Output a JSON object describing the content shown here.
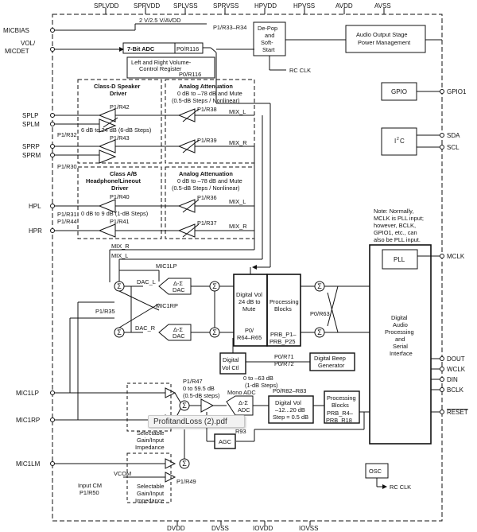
{
  "pins": {
    "top": [
      "SPLVDD",
      "SPRVDD",
      "SPLVSS",
      "SPRVSS",
      "HPVDD",
      "HPVSS",
      "AVDD",
      "AVSS"
    ],
    "bottom": [
      "DVDD",
      "DVSS",
      "IOVDD",
      "IOVSS"
    ],
    "left": {
      "micbias": "MICBIAS",
      "vol": "VOL/",
      "micdet": "MICDET",
      "splp": "SPLP",
      "splm": "SPLM",
      "sprp": "SPRP",
      "sprm": "SPRM",
      "hpl": "HPL",
      "hpr": "HPR",
      "mic1lp": "MIC1LP",
      "mic1rp": "MIC1RP",
      "mic1lm": "MIC1LM"
    },
    "right": {
      "gpio1": "GPIO1",
      "sda": "SDA",
      "scl": "SCL",
      "mclk": "MCLK",
      "dout": "DOUT",
      "wclk": "WCLK",
      "din": "DIN",
      "bclk": "BCLK",
      "reset": "RESET"
    }
  },
  "labels": {
    "micbias_v": "2 V/2.5 V/AVDD",
    "adc7": "7-Bit ADC",
    "p0r116": "P0/R116",
    "vol_reg_1": "Left and Right Volume-",
    "vol_reg_2": "Control Register",
    "vol_reg_3": "P0/R116",
    "p1r33": "P1/R33–R34",
    "depop_1": "De-Pop",
    "depop_2": "and",
    "depop_3": "Soft-",
    "depop_4": "Start",
    "rcclk": "RC CLK",
    "aosp_1": "Audio Output Stage",
    "aosp_2": "Power Management",
    "gpio": "GPIO",
    "i2c": "I",
    "classd_1": "Class-D Speaker",
    "classd_2": "Driver",
    "aa1_1": "Analog Attenuation",
    "aa1_2": "0 dB to –78 dB and Mute",
    "aa1_3": "(0.5-dB Steps / Nonlinear)",
    "p1r42": "P1/R42",
    "p1r38": "P1/R38",
    "mix_l": "MIX_L",
    "spk_gain": "6 dB to 24 dB  (6-dB Steps)",
    "p1r32": "P1/R32",
    "p1r43": "P1/R43",
    "p1r39": "P1/R39",
    "mix_r": "MIX_R",
    "p1r30": "P1/R30",
    "classab_1": "Class A/B",
    "classab_2": "Headphone/Lineout",
    "classab_3": "Driver",
    "aa2_1": "Analog Attenuation",
    "aa2_2": "0 dB to –78 dB and Mute",
    "aa2_3": "(0.5-dB Steps / Nonlinear)",
    "p1r40": "P1/R40",
    "p1r36": "P1/R36",
    "hp_gain": "0 dB to 9 dB  (1-dB Steps)",
    "p1r31": "P1/R31",
    "p1r44": "P1/R44",
    "p1r41": "P1/R41",
    "p1r37": "P1/R37",
    "note_1": "Note: Normally,",
    "note_2": "MCLK is PLL input;",
    "note_3": "however, BCLK,",
    "note_4": "GPIO1, etc., can",
    "note_5": "also be PLL input.",
    "pll": "PLL",
    "mic1lp_l": "MIC1LP",
    "mic1rp_l": "MIC1RP",
    "p1r35": "P1/R35",
    "dac_l": "DAC_L",
    "dac_r": "DAC_R",
    "dsdac": "Δ-Σ",
    "dac": "DAC",
    "dv1_1": "Digital Vol",
    "dv1_2": "24 dB to",
    "dv1_3": "Mute",
    "dv1_4": "P0/",
    "dv1_5": "R64–R65",
    "pb1_1": "Processing",
    "pb1_2": "Blocks",
    "pb1_3": "PRB_P1–",
    "pb1_4": "PRB_P25",
    "p0r63": "P0/R63",
    "dap_1": "Digital",
    "dap_2": "Audio",
    "dap_3": "Processing",
    "dap_4": "and",
    "dap_5": "Serial",
    "dap_6": "Interface",
    "p0r71": "P0/R71",
    "p0r72": "P0/R72",
    "dvc_1": "Digital",
    "dvc_2": "Vol Ctl",
    "dbg_1": "Digital Beep",
    "dbg_2": "Generator",
    "beep_1": "0 to –63 dB",
    "beep_2": "(1-dB Steps)",
    "p1r47": "P1/R47",
    "pga_1": "0 to 59.5 dB",
    "pga_2": "(0.5-dB steps)",
    "monoadc": "Mono ADC",
    "dsadc": "Δ-Σ",
    "adc": "ADC",
    "p0r82": "P0/R82–R83",
    "dv2_1": "Digital Vol",
    "dv2_2": "–12...20 dB",
    "dv2_3": "Step = 0.5 dB",
    "pb2_1": "Processing",
    "pb2_2": "Blocks",
    "pb2_3": "PRB_R4–",
    "pb2_4": "PRB_R18",
    "r93": "R93",
    "agc": "AGC",
    "sel1_1": "Selectable",
    "sel1_2": "Gain/Input",
    "sel1_3": "Impedance",
    "vcom": "VCOM",
    "p1r49": "P1/R49",
    "incm_1": "Input CM",
    "incm_2": "P1/R50",
    "sel2_1": "Selectable",
    "sel2_2": "Gain/Input",
    "sel2_3": "Impedance",
    "osc": "OSC",
    "rcclk2": "RC CLK"
  },
  "tooltip": "ProfitandLoss (2).pdf"
}
